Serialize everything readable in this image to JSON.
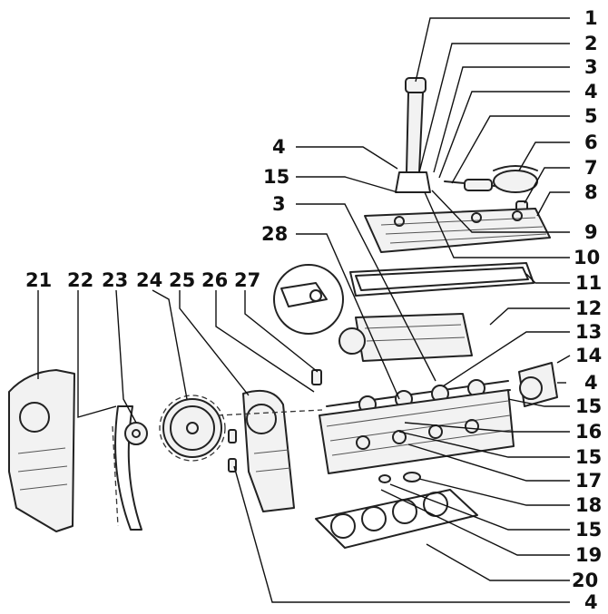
{
  "callouts": {
    "c1": "1",
    "c2": "2",
    "c3": "3",
    "c4": "4",
    "c5": "5",
    "c6": "6",
    "c7": "7",
    "c8": "8",
    "c9": "9",
    "c10": "10",
    "c11": "11",
    "c12": "12",
    "c13": "13",
    "c14": "14",
    "c4b": "4",
    "c15": "15",
    "c16": "16",
    "c15b": "15",
    "c17": "17",
    "c18": "18",
    "c15c": "15",
    "c19": "19",
    "c20": "20",
    "c4c": "4",
    "c4l": "4",
    "c15l": "15",
    "c3l": "3",
    "c28": "28",
    "c21": "21",
    "c22": "22",
    "c23": "23",
    "c24": "24",
    "c25": "25",
    "c26": "26",
    "c27": "27"
  },
  "colors": {
    "ink": "#111111",
    "paper": "#ffffff"
  }
}
